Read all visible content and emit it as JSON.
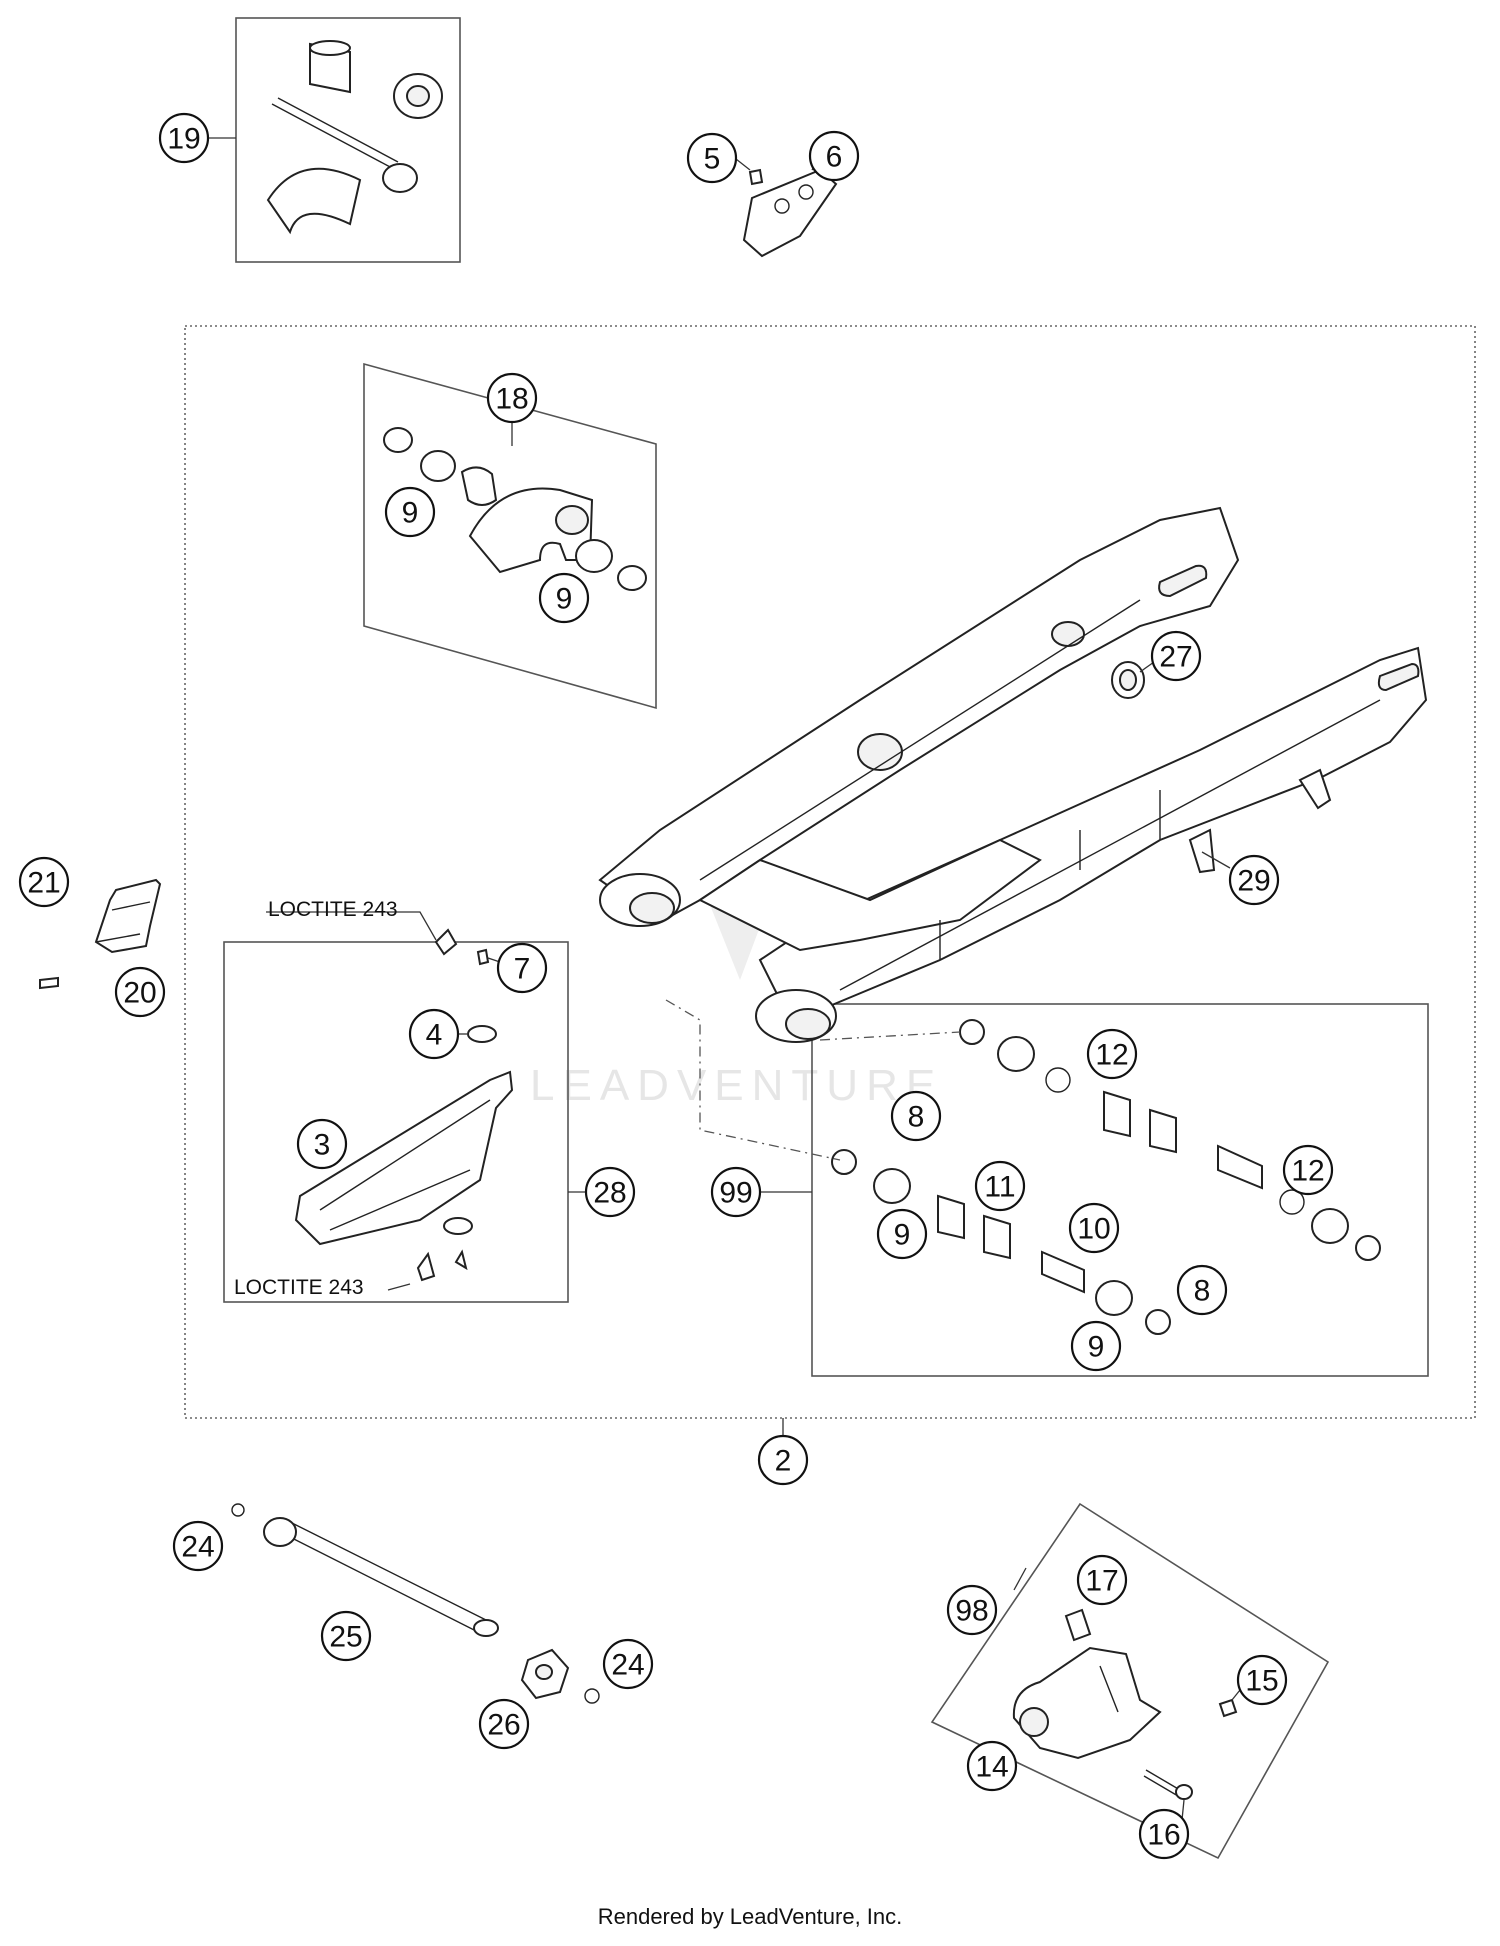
{
  "callouts": {
    "c19": "19",
    "c5": "5",
    "c6": "6",
    "c18": "18",
    "c9a": "9",
    "c9b": "9",
    "c27": "27",
    "c21": "21",
    "c20": "20",
    "c29": "29",
    "c7": "7",
    "c4": "4",
    "c3": "3",
    "c28": "28",
    "c99": "99",
    "c12a": "12",
    "c8a": "8",
    "c11": "11",
    "c12b": "12",
    "c9c": "9",
    "c10": "10",
    "c8b": "8",
    "c9d": "9",
    "c2": "2",
    "c24a": "24",
    "c25": "25",
    "c24b": "24",
    "c26": "26",
    "c98": "98",
    "c17": "17",
    "c15": "15",
    "c14": "14",
    "c16": "16"
  },
  "notes": {
    "loctite_top": "LOCTITE 243",
    "loctite_bottom": "LOCTITE 243"
  },
  "watermark": "LEADVENTURE",
  "footer": "Rendered by LeadVenture, Inc."
}
